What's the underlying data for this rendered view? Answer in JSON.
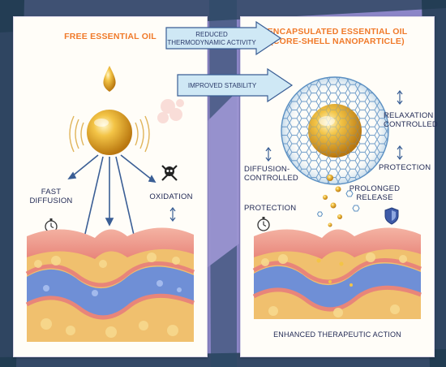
{
  "left": {
    "title": "FREE ESSENTIAL OIL",
    "fast_diffusion": [
      "FAST",
      "DIFFUSION"
    ],
    "oxidation": "OXIDATION"
  },
  "right": {
    "title": [
      "ENCAPSULATED ESSENTIAL OIL",
      "(CORE-SHELL NANOPARTICLE)"
    ],
    "relaxation": [
      "RELAXATION",
      "CONTROLLED"
    ],
    "protection_right": "PROTECTION",
    "diffusion_controlled": [
      "DIFFUSION-",
      "CONTROLLED"
    ],
    "prolonged_release": [
      "PROLONGED",
      "RELEASE"
    ],
    "protection_left": "PROTECTION",
    "footer": "ENHANCED THERAPEUTIC ACTION"
  },
  "arrows": {
    "top": [
      "REDUCED",
      "THERMODYNAMIC ACTIVITY"
    ],
    "bottom": "IMPROVED STABILITY"
  },
  "colors": {
    "background": "#8c86c8",
    "stripe": "#1e3a4f",
    "title_orange": "#f07a2a",
    "arrow_fill": "#cfe8f5",
    "droplet_gold": "#e6a823"
  }
}
